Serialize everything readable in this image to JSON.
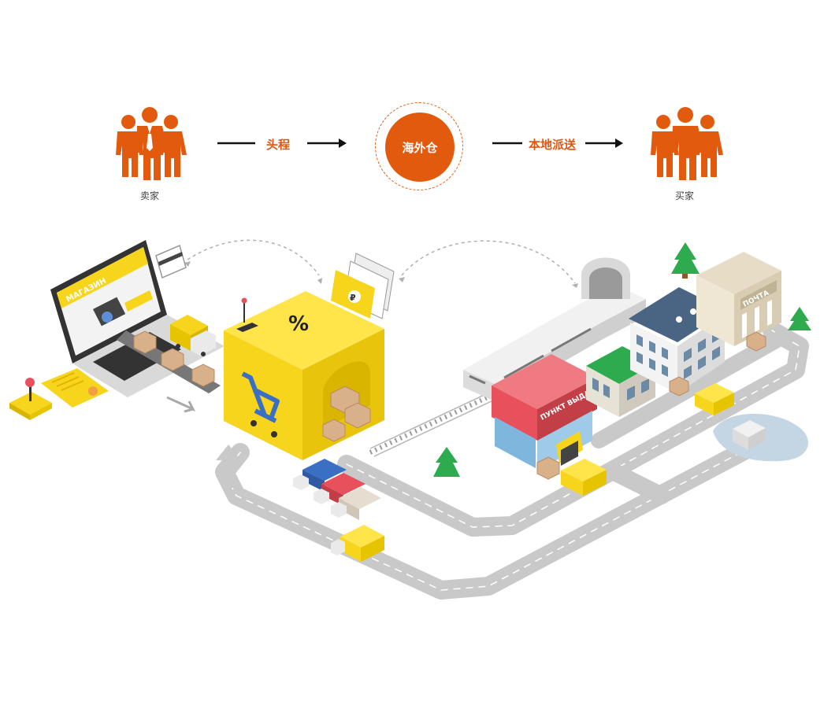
{
  "flow": {
    "seller_label": "卖家",
    "first_leg_label": "头程",
    "warehouse_label": "海外仓",
    "last_mile_label": "本地派送",
    "buyer_label": "买家"
  },
  "illustration": {
    "laptop_banner": "МАГАЗИН",
    "pickup_sign": "ПУНКТ ВЫДАЧИ",
    "post_sign": "ПОЧТА",
    "box_symbol": "%",
    "card_symbol": "₽"
  },
  "colors": {
    "accent": "#e25a0e",
    "yellow": "#f7d51d",
    "road": "#c9c9c9",
    "red_roof": "#e8505b",
    "blue_roof": "#4a6584"
  }
}
